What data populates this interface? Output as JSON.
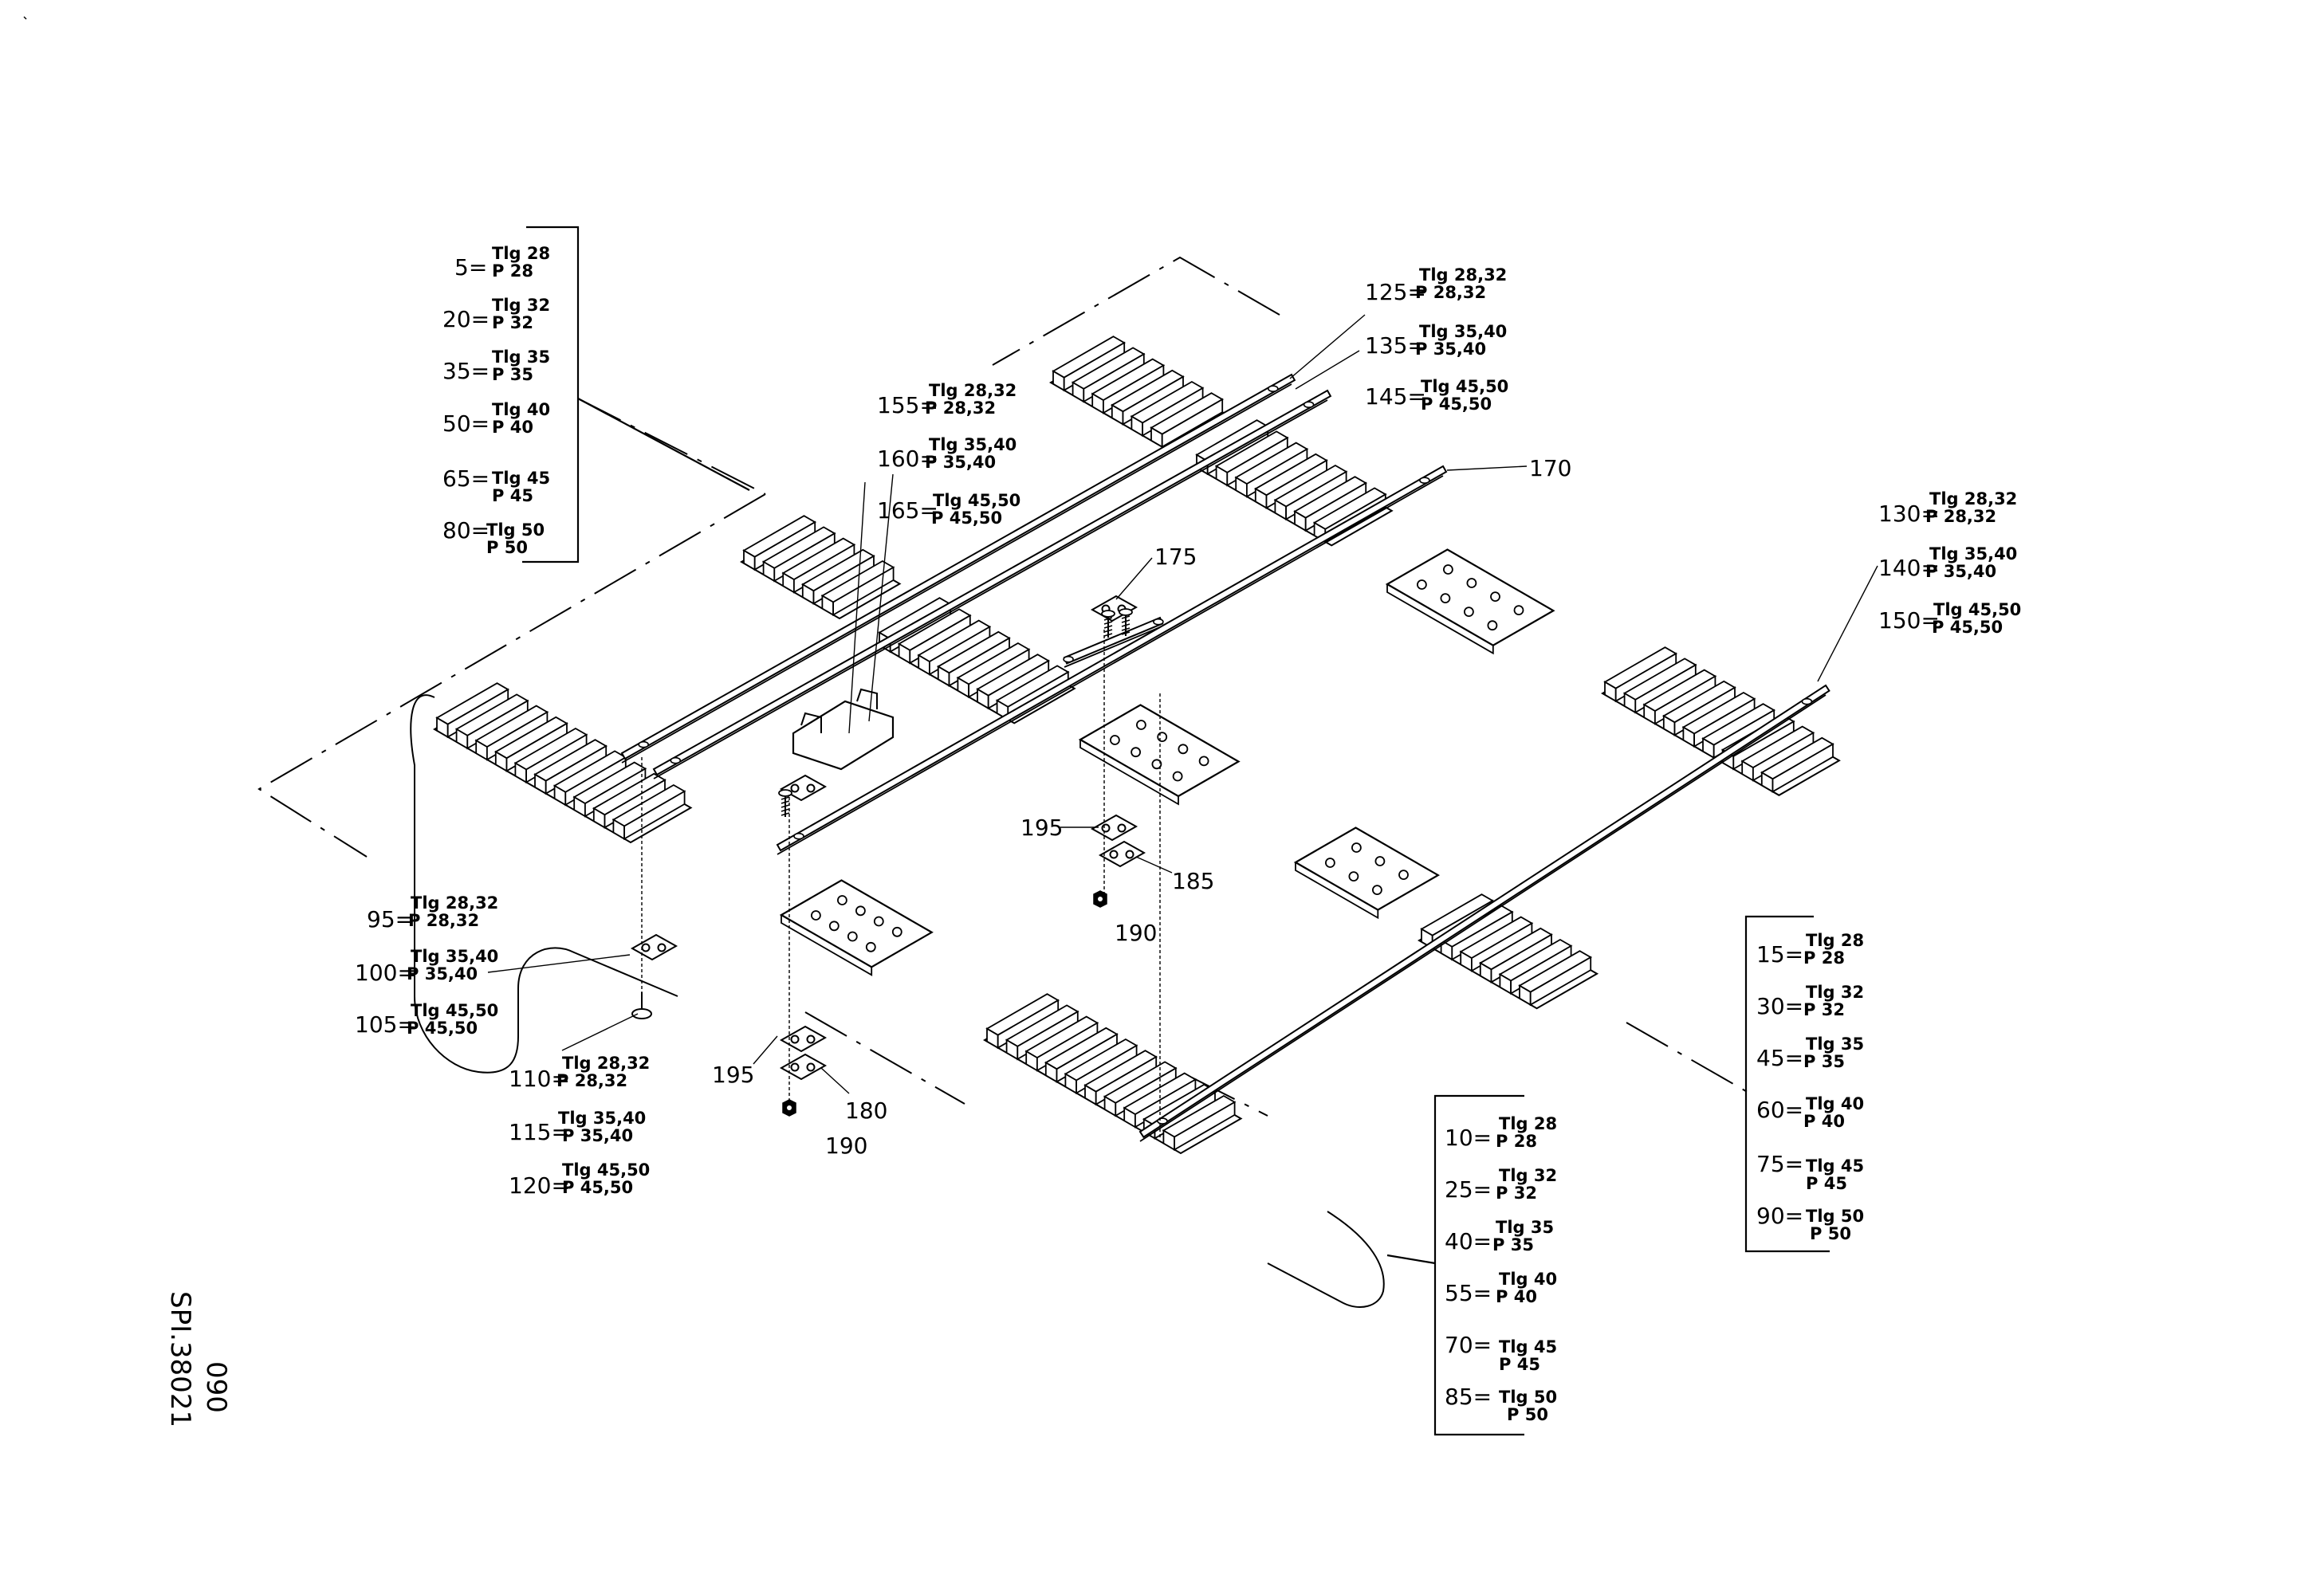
{
  "sheet": {
    "code": "SPI.38021",
    "page": "090"
  },
  "tables": {
    "top_left": [
      {
        "num": "5=",
        "top": "Tlg 28",
        "bottom": "P 28"
      },
      {
        "num": "20=",
        "top": "Tlg 32",
        "bottom": "P 32"
      },
      {
        "num": "35=",
        "top": "Tlg 35",
        "bottom": "P 35"
      },
      {
        "num": "50=",
        "top": "Tlg 40",
        "bottom": "P 40"
      },
      {
        "num": "65=",
        "top": "Tlg 45",
        "bottom": "P 45"
      },
      {
        "num": "80=",
        "top": "Tlg 50",
        "bottom": "P 50"
      }
    ],
    "bottom_center": [
      {
        "num": "10=",
        "top": "Tlg 28",
        "bottom": "P 28"
      },
      {
        "num": "25=",
        "top": "Tlg 32",
        "bottom": "P 32"
      },
      {
        "num": "40=",
        "top": "Tlg 35",
        "bottom": "P 35"
      },
      {
        "num": "55=",
        "top": "Tlg 40",
        "bottom": "P 40"
      },
      {
        "num": "70=",
        "top": "Tlg 45",
        "bottom": "P 45"
      },
      {
        "num": "85=",
        "top": "Tlg 50",
        "bottom": "P 50"
      }
    ],
    "right": [
      {
        "num": "15=",
        "top": "Tlg 28",
        "bottom": "P 28"
      },
      {
        "num": "30=",
        "top": "Tlg 32",
        "bottom": "P 32"
      },
      {
        "num": "45=",
        "top": "Tlg 35",
        "bottom": "P 35"
      },
      {
        "num": "60=",
        "top": "Tlg 40",
        "bottom": "P 40"
      },
      {
        "num": "75=",
        "top": "Tlg 45",
        "bottom": "P 45"
      },
      {
        "num": "90=",
        "top": "Tlg 50",
        "bottom": "P 50"
      }
    ]
  },
  "groups": {
    "g125": [
      {
        "num": "125=",
        "top": "Tlg 28,32",
        "bottom": "P 28,32"
      },
      {
        "num": "135=",
        "top": "Tlg 35,40",
        "bottom": "P 35,40"
      },
      {
        "num": "145=",
        "top": "Tlg 45,50",
        "bottom": "P 45,50"
      }
    ],
    "g155": [
      {
        "num": "155=",
        "top": "Tlg 28,32",
        "bottom": "P 28,32"
      },
      {
        "num": "160=",
        "top": "Tlg 35,40",
        "bottom": "P 35,40"
      },
      {
        "num": "165=",
        "top": "Tlg 45,50",
        "bottom": "P 45,50"
      }
    ],
    "g130": [
      {
        "num": "130=",
        "top": "Tlg 28,32",
        "bottom": "P 28,32"
      },
      {
        "num": "140=",
        "top": "Tlg 35,40",
        "bottom": "P 35,40"
      },
      {
        "num": "150=",
        "top": "Tlg 45,50",
        "bottom": "P 45,50"
      }
    ],
    "g95": [
      {
        "num": "95=",
        "top": "Tlg 28,32",
        "bottom": "P 28,32"
      },
      {
        "num": "100=",
        "top": "Tlg 35,40",
        "bottom": "P 35,40"
      },
      {
        "num": "105=",
        "top": "Tlg 45,50",
        "bottom": "P 45,50"
      }
    ],
    "g110": [
      {
        "num": "110=",
        "top": "Tlg 28,32",
        "bottom": "P 28,32"
      },
      {
        "num": "115=",
        "top": "Tlg 35,40",
        "bottom": "P 35,40"
      },
      {
        "num": "120=",
        "top": "Tlg 45,50",
        "bottom": "P 45,50"
      }
    ]
  },
  "callouts": {
    "c170": "170",
    "c175": "175",
    "c185": "185",
    "c190a": "190",
    "c195a": "195",
    "c195b": "195",
    "c180": "180",
    "c190b": "190"
  }
}
